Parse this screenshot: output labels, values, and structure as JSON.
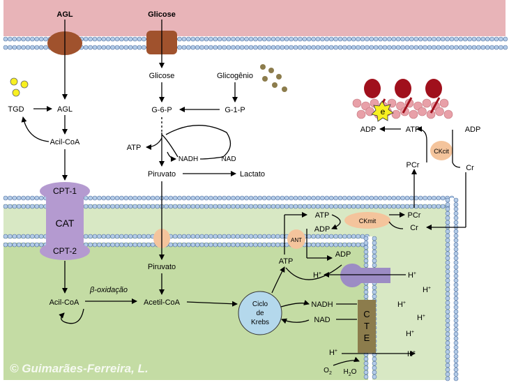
{
  "labels": {
    "agl_top": "AGL",
    "glicose_top": "Glicose",
    "tgd": "TGD",
    "agl": "AGL",
    "acil_coa_cyto": "Acil-CoA",
    "glicose": "Glicose",
    "glicogenio": "Glicogênio",
    "g6p": "G-6-P",
    "g1p": "G-1-P",
    "atp_glyc": "ATP",
    "nadh_glyc": "NADH",
    "nad_glyc": "NAD",
    "piruvato_cyto": "Piruvato",
    "lactato": "Lactato",
    "cpt1": "CPT-1",
    "cat": "CAT",
    "cpt2": "CPT-2",
    "piruvato_mito": "Piruvato",
    "beta_ox": "β-oxidação",
    "acil_coa_mito": "Acil-CoA",
    "acetil_coa": "Acetil-CoA",
    "krebs_1": "Ciclo",
    "krebs_2": "de",
    "krebs_3": "Krebs",
    "nadh_mito": "NADH",
    "nad_mito": "NAD",
    "cte_c": "C",
    "cte_t": "T",
    "cte_e": "E",
    "atp_mito_left": "ATP",
    "ant": "ANT",
    "atp_ims": "ATP",
    "adp_ims": "ADP",
    "adp_mito": "ADP",
    "ckmit": "CKmit",
    "pcr_ims": "PCr",
    "cr_ims": "Cr",
    "h_synth_left": "H",
    "h_synth_right": "H",
    "h_ims_1": "H",
    "h_ims_2": "H",
    "h_ims_3": "H",
    "h_ims_4": "H",
    "h_cte_left": "H",
    "h_cte_right": "H",
    "plus": "+",
    "o2": "O",
    "o2_sub": "2",
    "h2o_h": "H",
    "h2o_sub": "2",
    "h2o_o": "O",
    "e_label": "e",
    "adp_myo": "ADP",
    "atp_myo": "ATP",
    "ckcit": "CKcit",
    "adp_cyt": "ADP",
    "pcr_cyt": "PCr",
    "cr_cyt": "Cr",
    "copyright": "© Guimarães-Ferreira, L."
  },
  "colors": {
    "extracellular": "#e8b4b8",
    "intermembrane": "#d8e8c4",
    "matrix": "#c4dca4",
    "membrane_head": "#b4cce8",
    "transporter": "#a0522d",
    "cpt": "#b49ad0",
    "enzyme_orange": "#f4c49c",
    "krebs": "#b4d8ec",
    "cte": "#8c7c4c",
    "synthase": "#9c8cc4",
    "myosin": "#a0101c",
    "actin": "#e8a0a8",
    "e_star": "#f8f020",
    "tgd_dots": "#f8f020",
    "glycogen_dots": "#8c7c4c"
  }
}
